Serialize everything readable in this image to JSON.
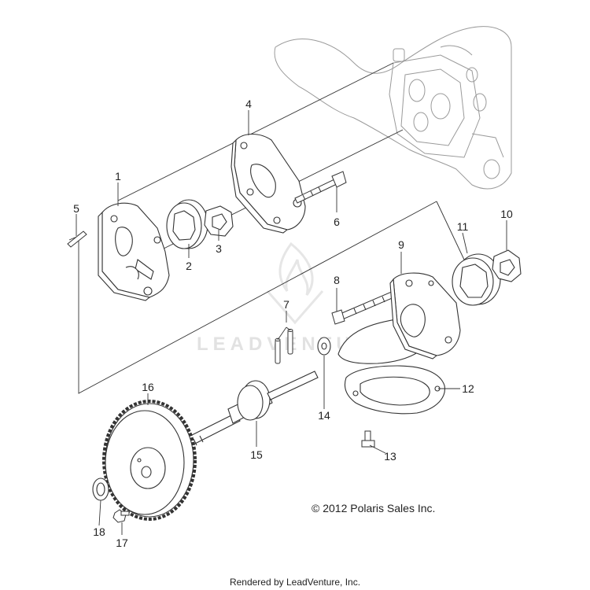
{
  "callouts": [
    {
      "id": "1",
      "text": "1"
    },
    {
      "id": "2",
      "text": "2"
    },
    {
      "id": "3",
      "text": "3"
    },
    {
      "id": "4",
      "text": "4"
    },
    {
      "id": "5",
      "text": "5"
    },
    {
      "id": "6",
      "text": "6"
    },
    {
      "id": "7",
      "text": "7"
    },
    {
      "id": "8",
      "text": "8"
    },
    {
      "id": "9",
      "text": "9"
    },
    {
      "id": "10",
      "text": "10"
    },
    {
      "id": "11",
      "text": "11"
    },
    {
      "id": "12",
      "text": "12"
    },
    {
      "id": "13",
      "text": "13"
    },
    {
      "id": "14",
      "text": "14"
    },
    {
      "id": "15",
      "text": "15"
    },
    {
      "id": "16",
      "text": "16"
    },
    {
      "id": "17",
      "text": "17"
    },
    {
      "id": "18",
      "text": "18"
    }
  ],
  "copyright": "© 2012 Polaris Sales Inc.",
  "rendered_by": "Rendered by LeadVenture, Inc.",
  "watermark": "LEADVENTURE",
  "colors": {
    "line": "#333333",
    "ghost": "#9a9a9a",
    "watermark": "#e2e2e2"
  }
}
